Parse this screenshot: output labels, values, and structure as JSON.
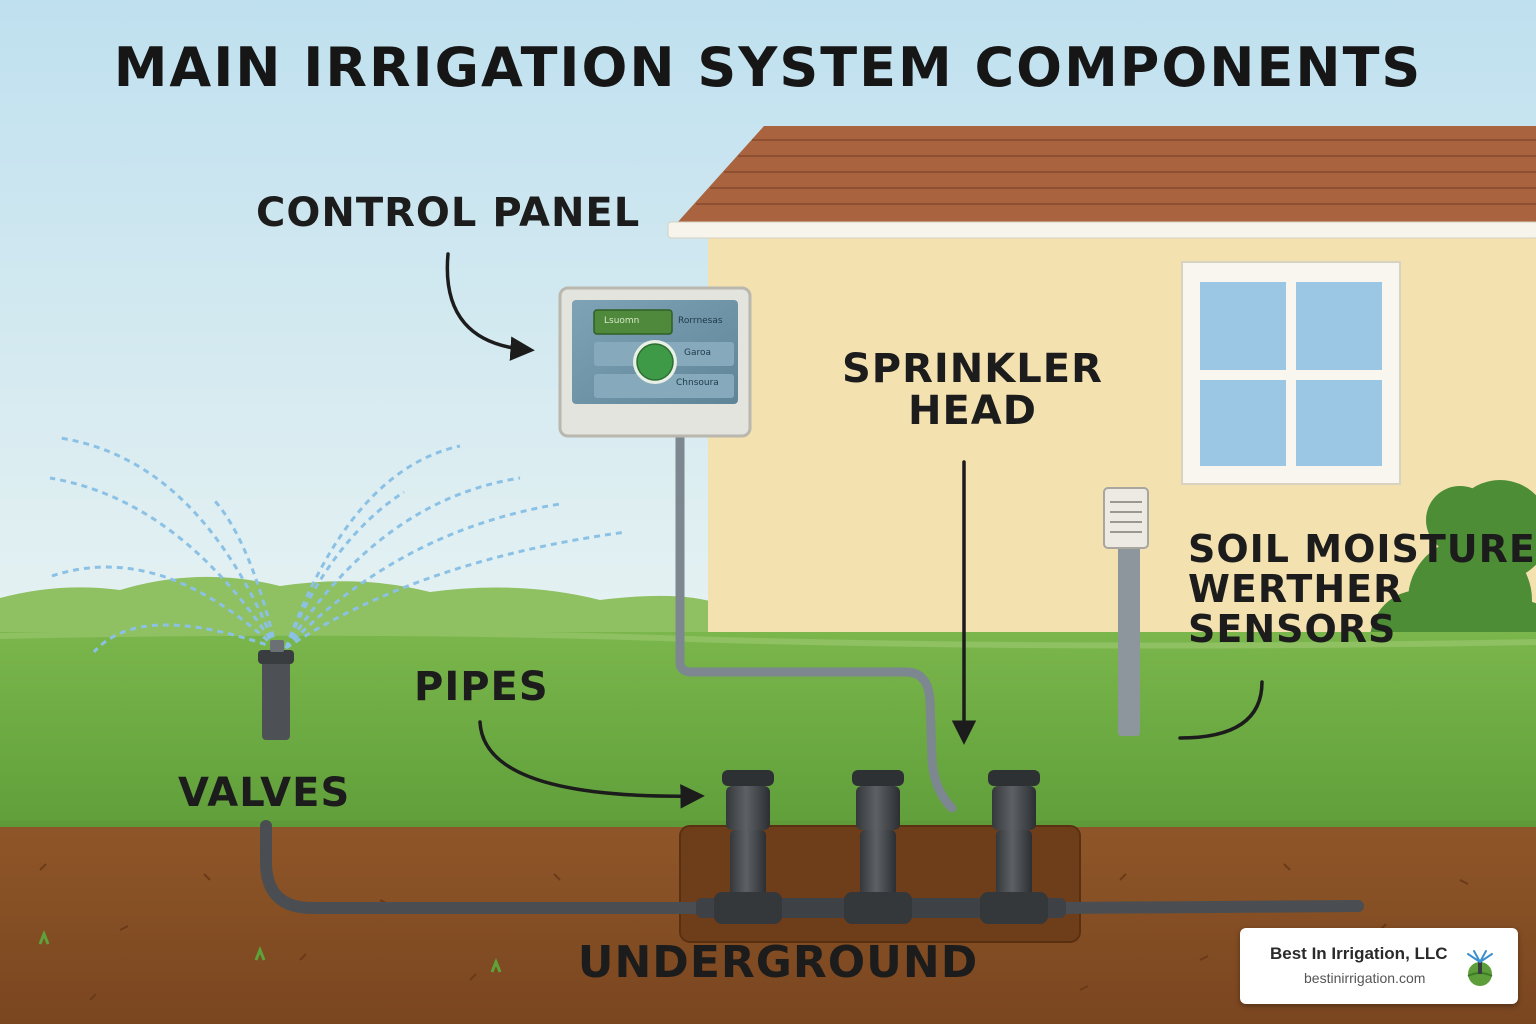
{
  "title": "MAIN IRRIGATION SYSTEM COMPONENTS",
  "labels": {
    "control_panel": "CONTROL PANEL",
    "sprinkler_head": [
      "SPRINKLER",
      "HEAD"
    ],
    "soil_sensors": [
      "SOIL MOISTURE/",
      "WERTHER",
      "SENSORS"
    ],
    "pipes": "PIPES",
    "valves": "VALVES",
    "underground": "UNDERGROUND"
  },
  "panel_screen": [
    "Lsuomn",
    "Rorrnesas",
    "Garoa",
    "Chnsoura"
  ],
  "brand": {
    "name": "Best In Irrigation, LLC",
    "url": "bestinirrigation.com"
  },
  "colors": {
    "sky": "#cfe6f1",
    "lawn": "#6fae45",
    "soil": "#8a5226",
    "house_wall": "#f3e1b0",
    "roof": "#a9643f",
    "window_glass": "#9cc7e4",
    "pipe": "#4a4e52",
    "water_spray": "#8cc1e6"
  }
}
